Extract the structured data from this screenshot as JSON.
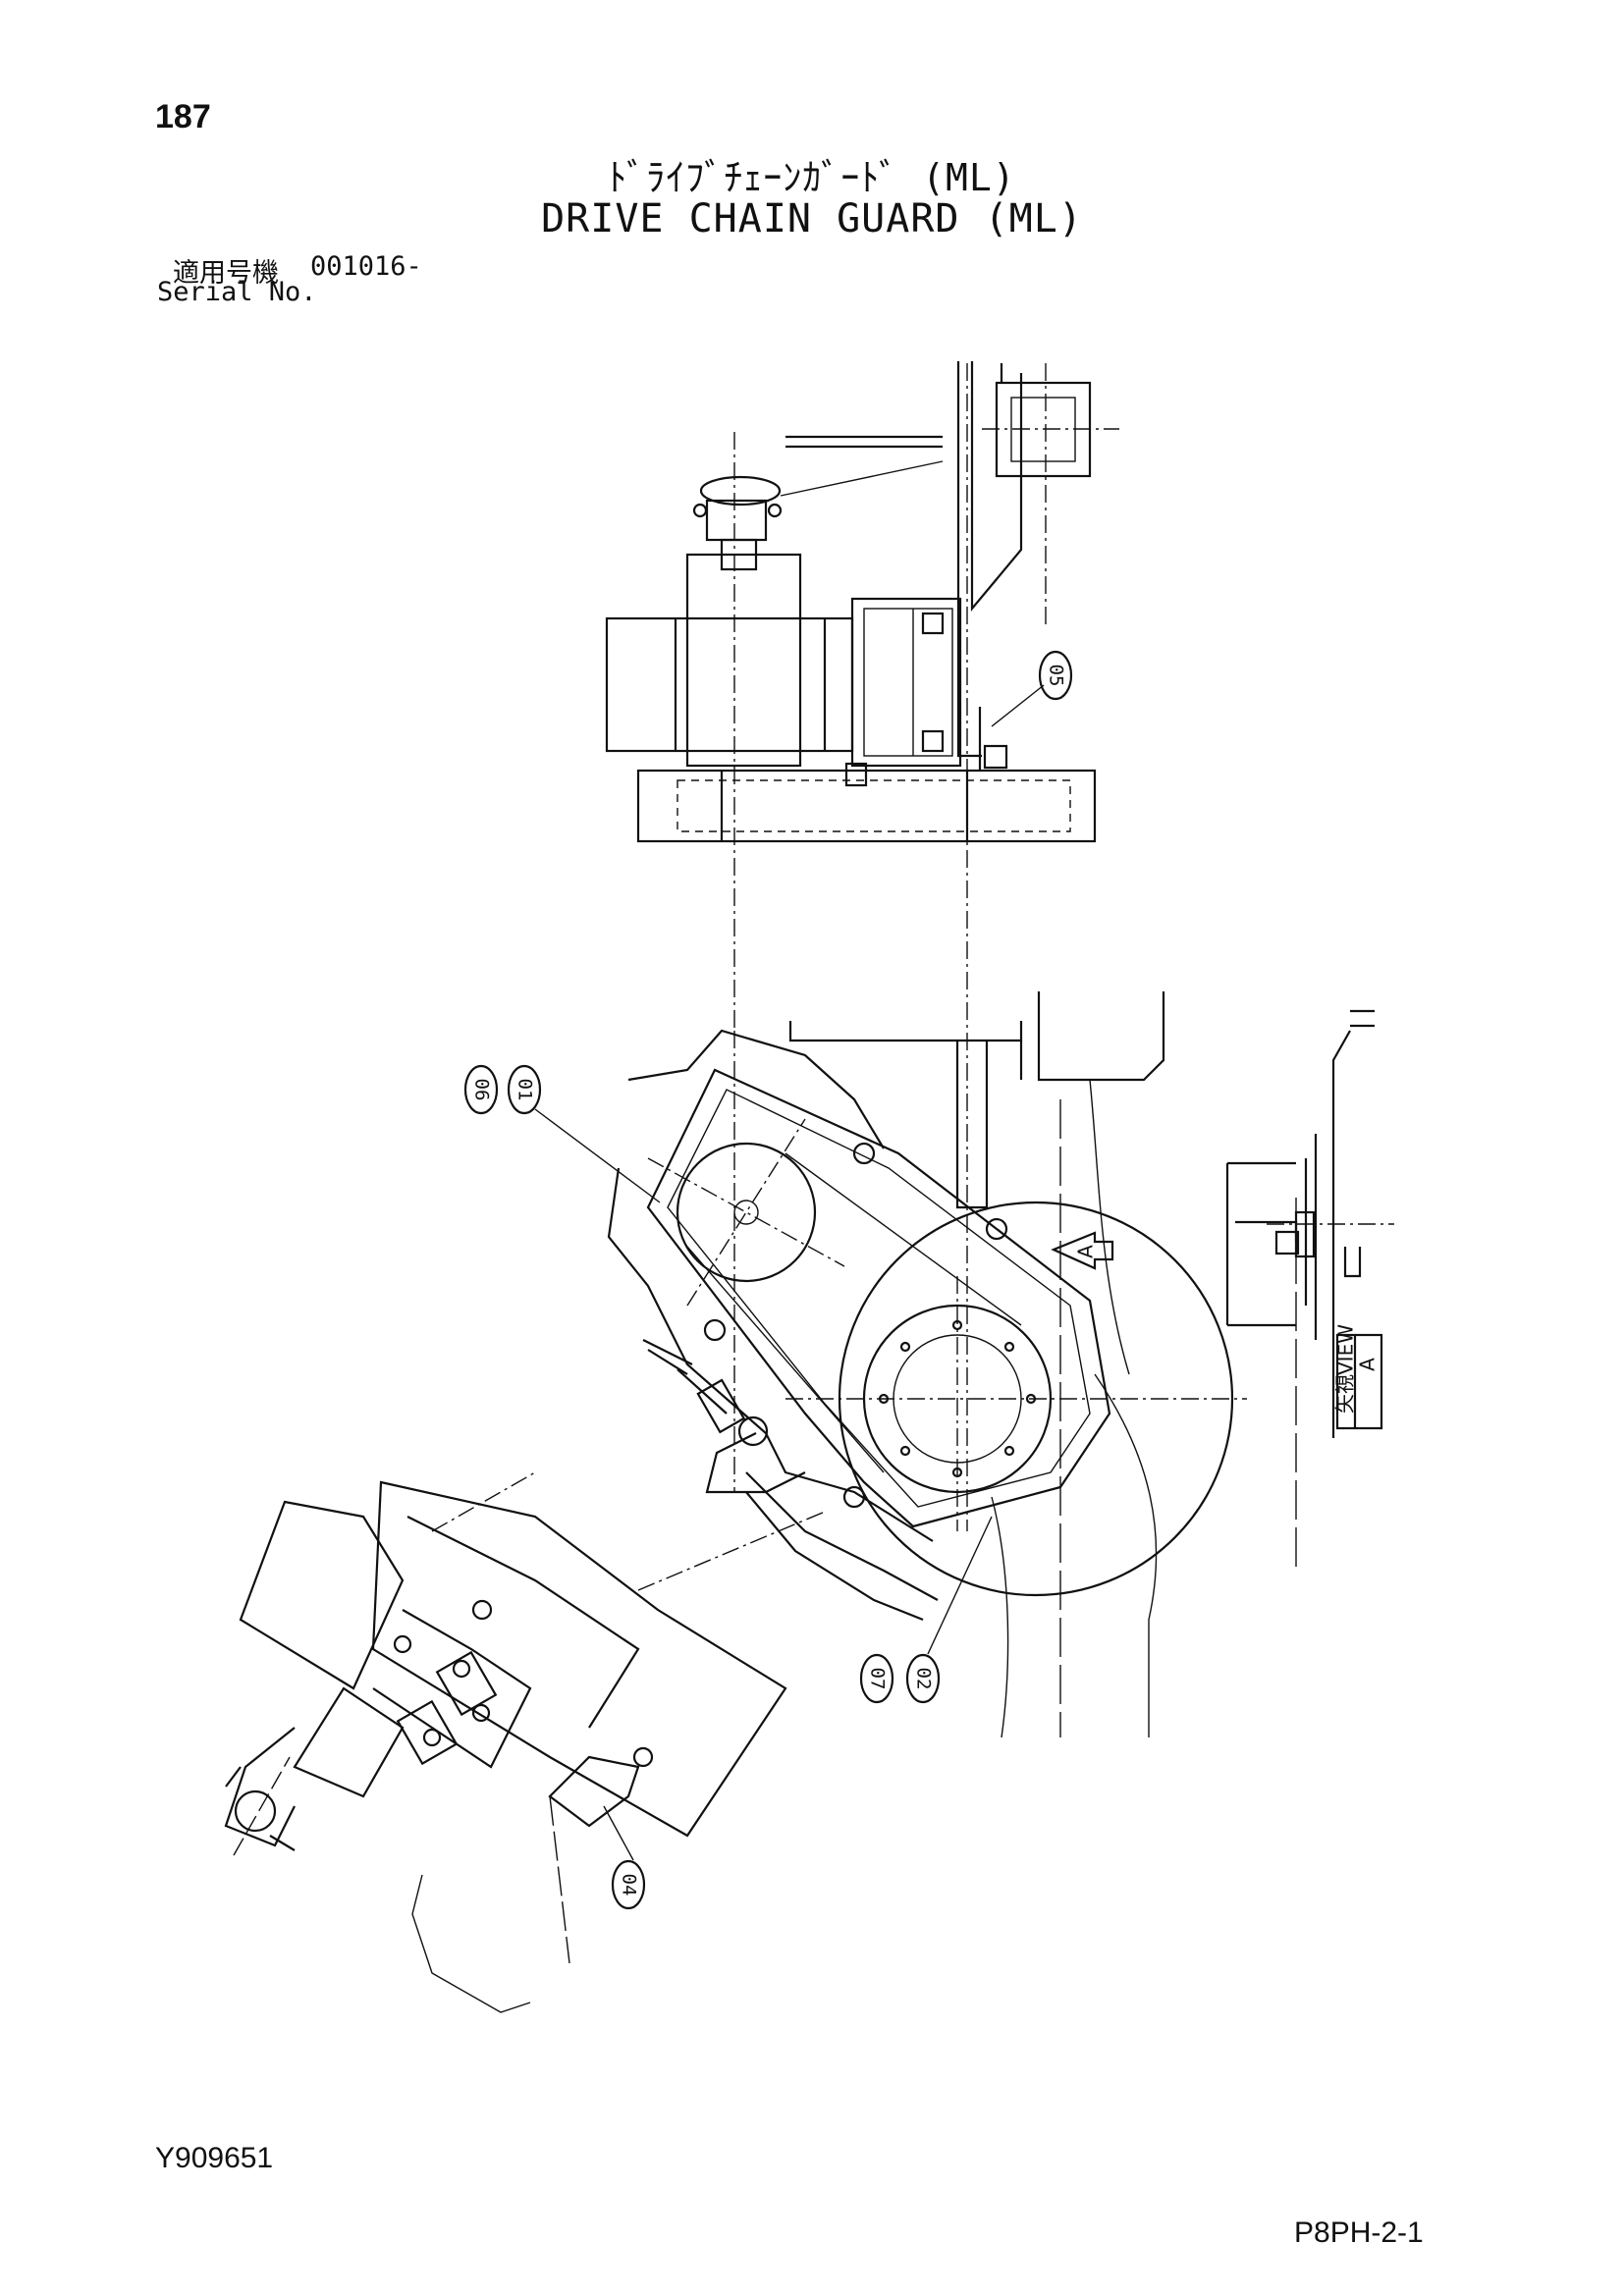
{
  "header": {
    "page_number": "187",
    "title_jp": "ﾄﾞﾗｲﾌﾞﾁｪｰﾝｶﾞｰﾄﾞ (ML)",
    "title_en": "DRIVE CHAIN GUARD (ML)"
  },
  "serial": {
    "label_jp": "適用号機",
    "value": "001016-",
    "label_en": "Serial No."
  },
  "callouts": {
    "c01": "01",
    "c02": "02",
    "c04": "04",
    "c05": "05",
    "c06": "06",
    "c07": "07"
  },
  "view": {
    "arrow_label": "A",
    "box_label": "A",
    "box_jp": "矢視",
    "box_en": "VIEW"
  },
  "footer": {
    "doc_code": "Y909651",
    "sheet_code": "P8PH-2-1"
  }
}
